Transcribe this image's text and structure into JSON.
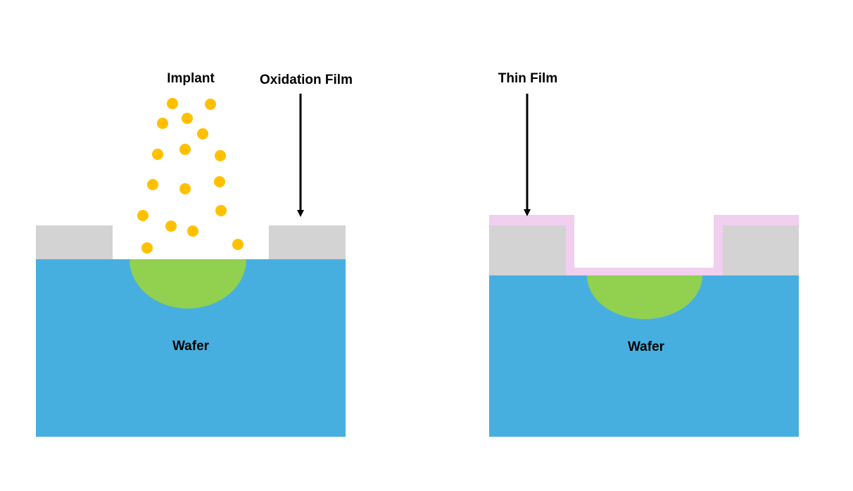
{
  "colors": {
    "wafer": "#47afdf",
    "oxide": "#d3d3d3",
    "implant_region": "#92d050",
    "implant_dot": "#ffc000",
    "thin_film": "#f0cfef",
    "arrow": "#000000",
    "background": "#ffffff"
  },
  "left_panel": {
    "implant_label": "Implant",
    "oxidation_label": "Oxidation Film",
    "wafer_label": "Wafer"
  },
  "right_panel": {
    "thin_film_label": "Thin Film",
    "wafer_label": "Wafer"
  }
}
